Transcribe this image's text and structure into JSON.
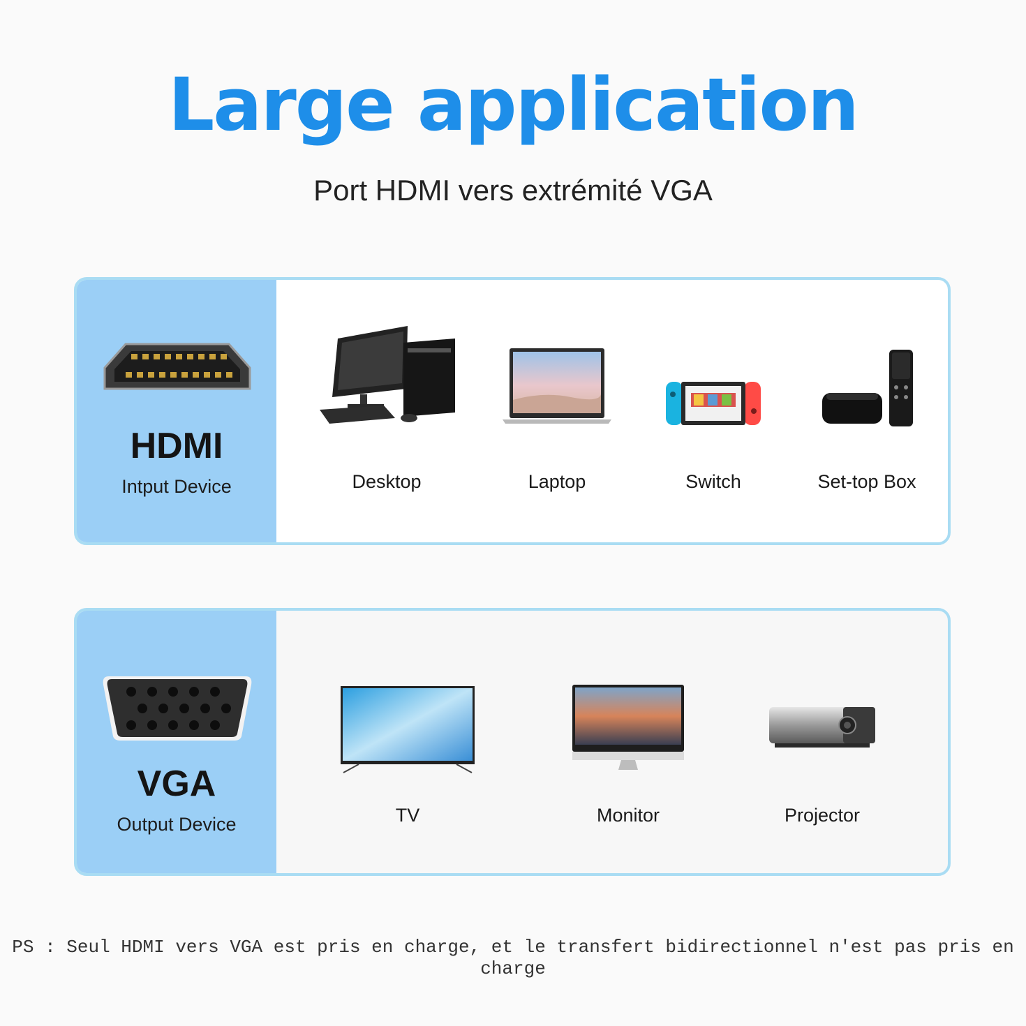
{
  "header": {
    "title": "Large application",
    "subtitle": "Port HDMI vers extrémité VGA"
  },
  "input_panel": {
    "port_icon": "hdmi-port-icon",
    "title": "HDMI",
    "subtitle": "Intput Device",
    "devices": [
      {
        "label": "Desktop",
        "icon": "desktop-computer-icon"
      },
      {
        "label": "Laptop",
        "icon": "laptop-icon"
      },
      {
        "label": "Switch",
        "icon": "game-console-icon"
      },
      {
        "label": "Set-top Box",
        "icon": "set-top-box-icon"
      }
    ]
  },
  "output_panel": {
    "port_icon": "vga-port-icon",
    "title": "VGA",
    "subtitle": "Output Device",
    "devices": [
      {
        "label": "TV",
        "icon": "tv-icon"
      },
      {
        "label": "Monitor",
        "icon": "monitor-icon"
      },
      {
        "label": "Projector",
        "icon": "projector-icon"
      }
    ]
  },
  "footer": {
    "line1": "PS : Seul HDMI vers VGA est pris en charge, et le transfert bidirectionnel n'est pas pris en",
    "line2": "charge"
  },
  "colors": {
    "title": "#1e8ee9",
    "side_panel": "#9bcff6",
    "panel_border": "#a9dcf3"
  }
}
